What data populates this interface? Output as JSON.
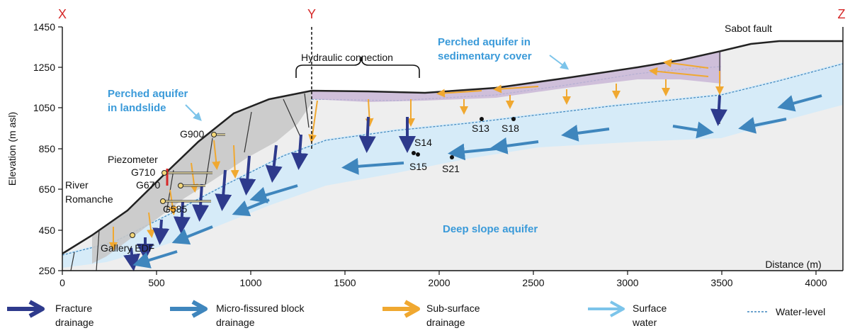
{
  "corners": {
    "left": "X",
    "middle": "Y",
    "right": "Z"
  },
  "axes": {
    "ylabel": "Elevation (m asl)",
    "xlabel": "Distance (m)",
    "y_ticks": [
      "1450",
      "1250",
      "1050",
      "850",
      "650",
      "450",
      "250"
    ],
    "x_ticks": [
      "0",
      "500",
      "1000",
      "1500",
      "2000",
      "2500",
      "3000",
      "3500",
      "4000"
    ]
  },
  "labels": {
    "sabot_fault": "Sabot fault",
    "hydraulic_connection": "Hydraulic connection",
    "perched_sed_1": "Perched aquifer in",
    "perched_sed_2": "sedimentary cover",
    "perched_land_1": "Perched aquifer",
    "perched_land_2": "in landslide",
    "deep_aquifer": "Deep slope aquifer",
    "river_1": "River",
    "river_2": "Romanche",
    "piezometer": "Piezometer",
    "gallery": "Gallery EDF"
  },
  "points": {
    "g900": "G900",
    "g710": "G710",
    "g670": "G670",
    "g585": "G585",
    "s13": "S13",
    "s18": "S18",
    "s14": "S14",
    "s15": "S15",
    "s21": "S21"
  },
  "legend": [
    {
      "line1": "Fracture",
      "line2": "drainage",
      "icon": "fracture-arrow-icon",
      "color": "#2e3a8c"
    },
    {
      "line1": "Micro-fissured block",
      "line2": "drainage",
      "icon": "microfissure-arrow-icon",
      "color": "#3f86bd"
    },
    {
      "line1": "Sub-surface",
      "line2": "drainage",
      "icon": "subsurface-arrow-icon",
      "color": "#f0a830"
    },
    {
      "line1": "Surface",
      "line2": "water",
      "icon": "surface-water-arrow-icon",
      "color": "#7cc4ea"
    },
    {
      "line1": "Water-level",
      "line2": "",
      "icon": "water-level-line-icon",
      "color": "#3f86bd"
    }
  ],
  "colors": {
    "axis_red": "#d62828",
    "aquifer_fill": "#d6ebf8",
    "perched_fill": "#c9b6d6",
    "landslide_fill": "#c8c8c8",
    "bedrock_fill": "#eeeeee"
  }
}
